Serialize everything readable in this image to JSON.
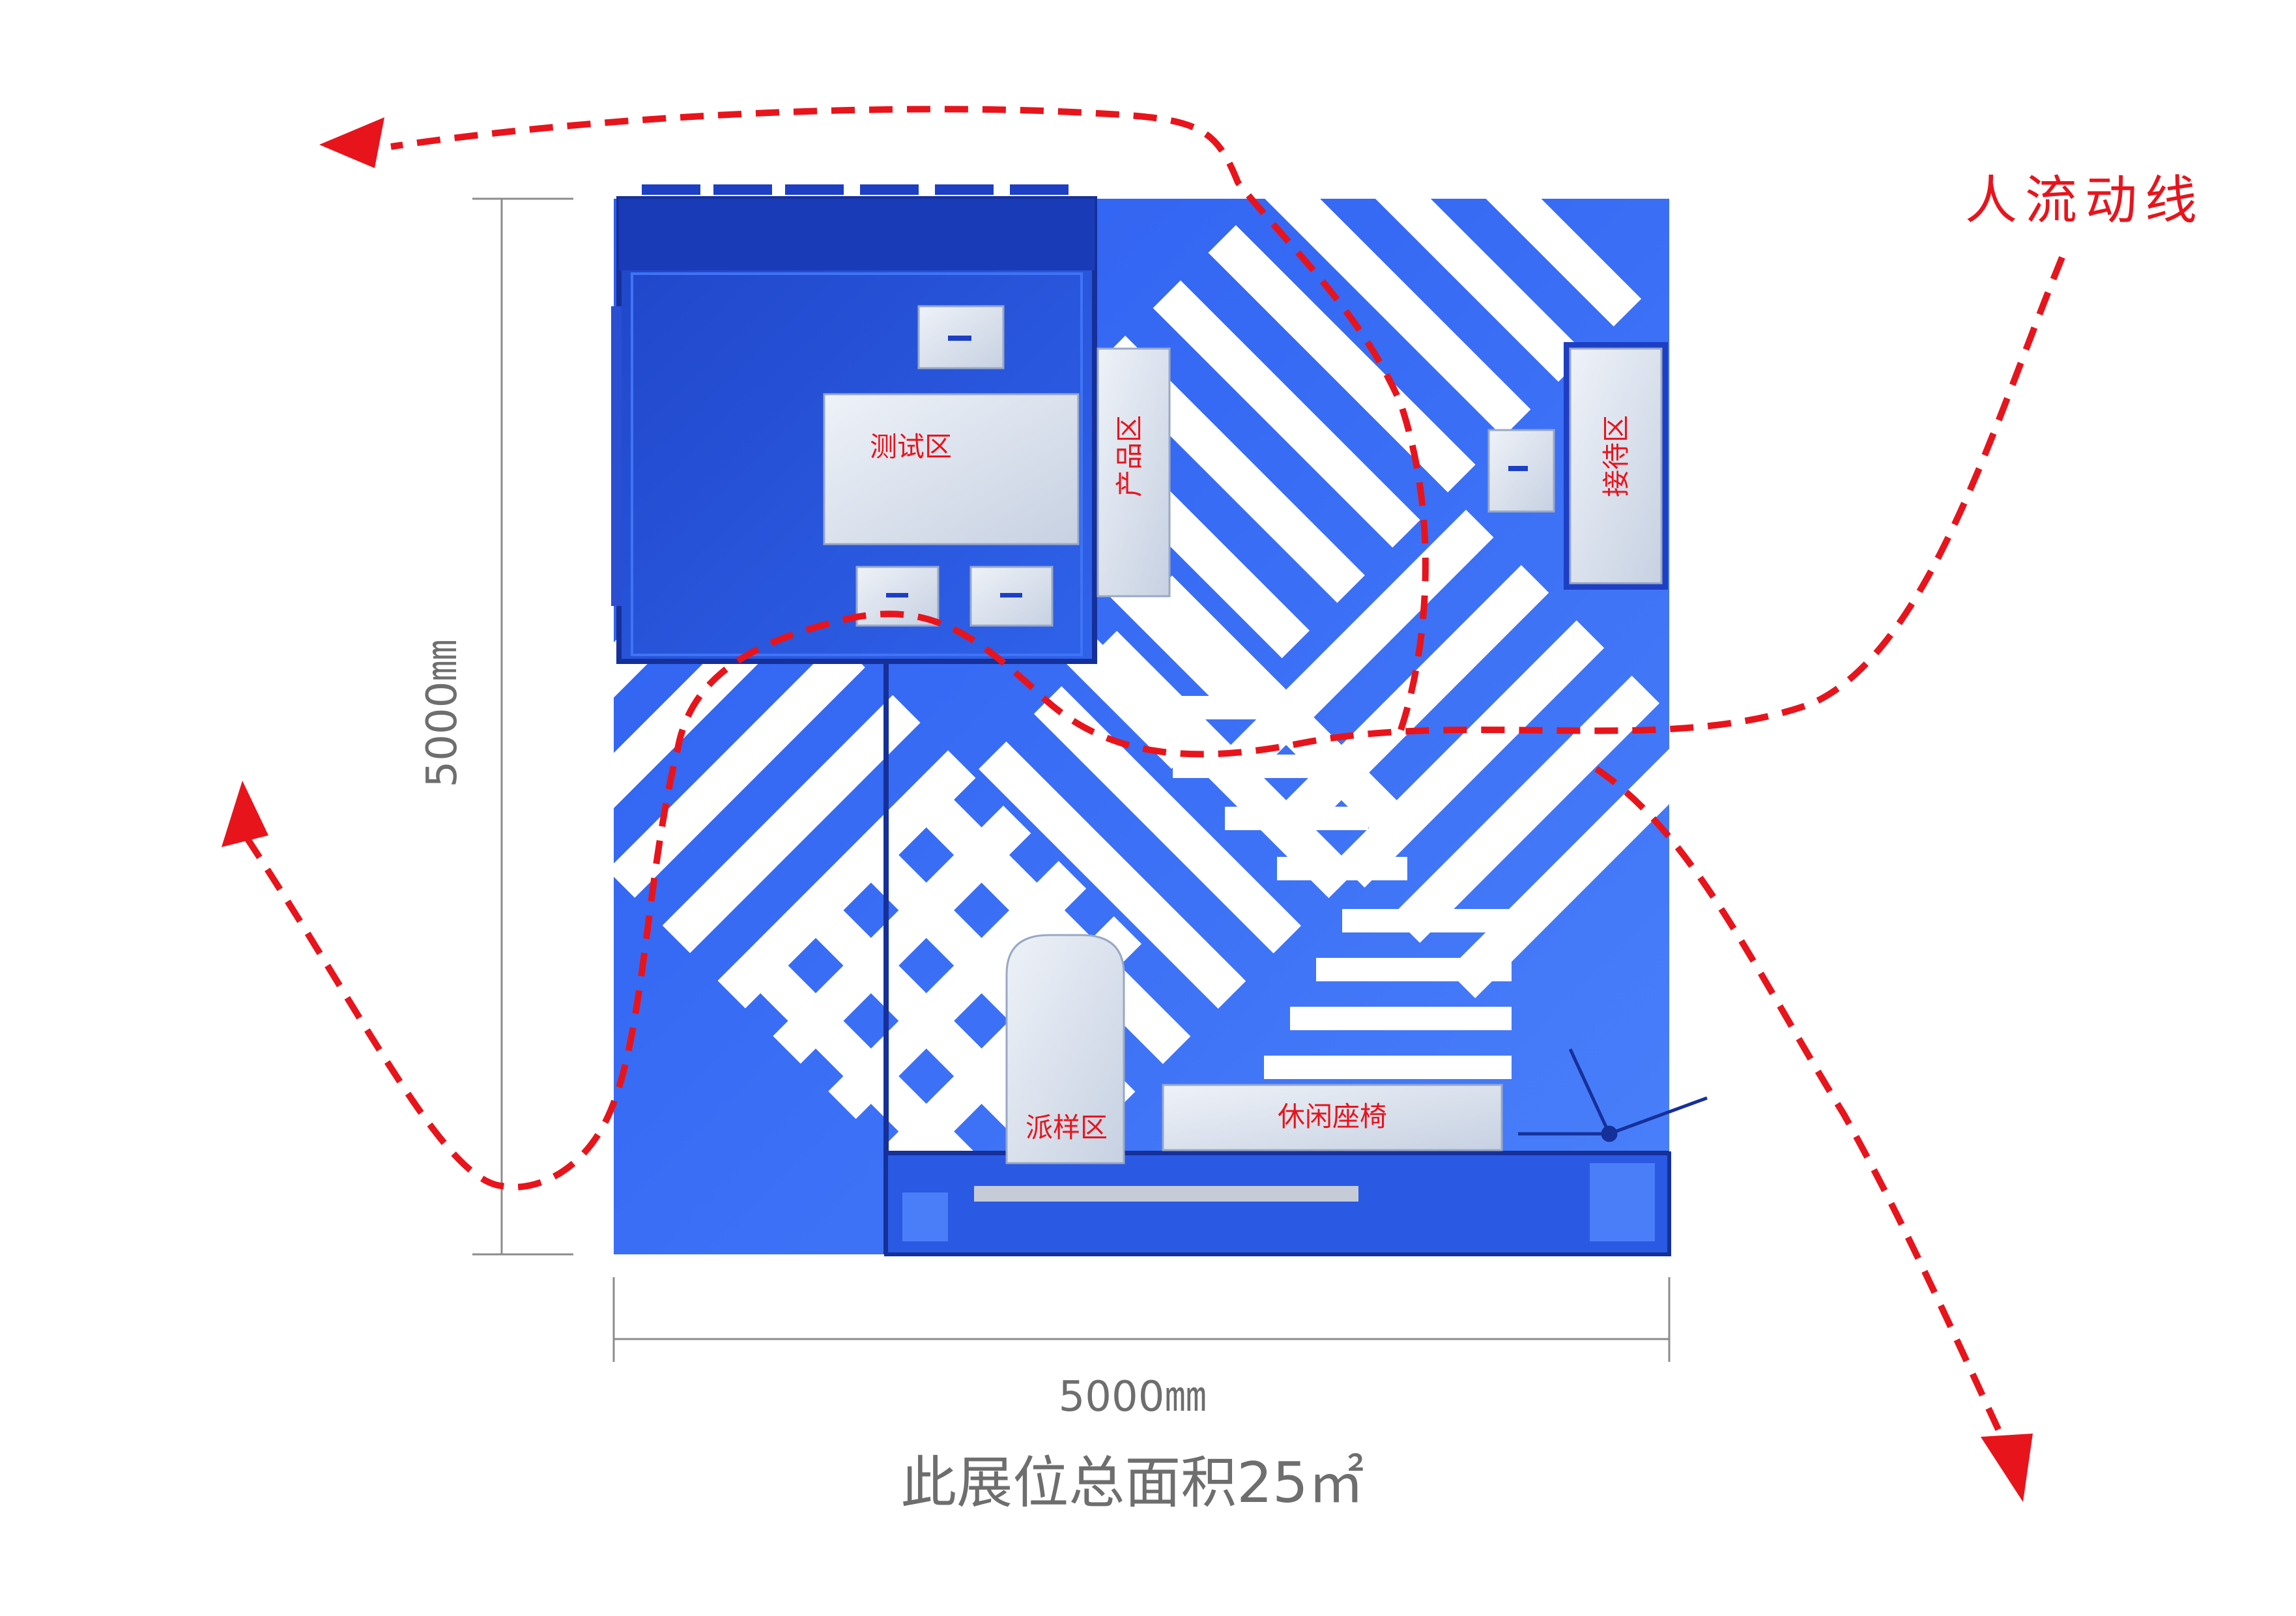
{
  "flow": {
    "title": "人流动线",
    "color": "#e8141c"
  },
  "dimensions": {
    "height_label": "5000㎜",
    "width_label": "5000㎜",
    "total_area": "此展位总面积25㎡"
  },
  "zones": {
    "test_area": "测试区",
    "product_area": "产品区",
    "reception_area": "接待区",
    "sample_area": "派样区",
    "lounge_seating": "休闲座椅"
  },
  "colors": {
    "floor": "#2e63f0",
    "floor_light": "#4b7ff7",
    "wall_dark": "#1d3fc4",
    "stripe": "#ffffff",
    "furniture": "#d9e1ee"
  }
}
